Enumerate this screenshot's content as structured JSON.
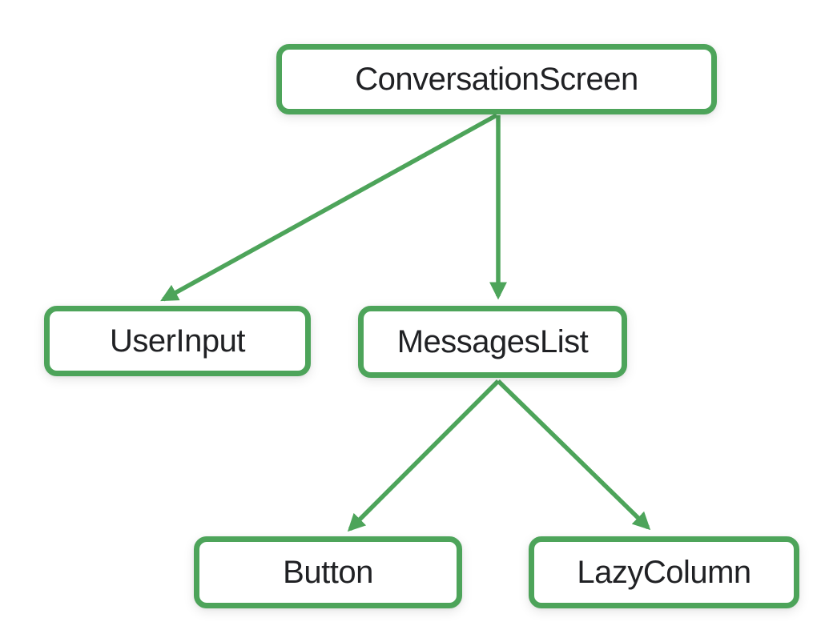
{
  "diagram": {
    "type": "tree",
    "nodes": [
      {
        "id": "conversationscreen",
        "label": "ConversationScreen"
      },
      {
        "id": "userinput",
        "label": "UserInput"
      },
      {
        "id": "messageslist",
        "label": "MessagesList"
      },
      {
        "id": "button",
        "label": "Button"
      },
      {
        "id": "lazycolumn",
        "label": "LazyColumn"
      }
    ],
    "edges": [
      {
        "from": "conversationscreen",
        "to": "userinput"
      },
      {
        "from": "conversationscreen",
        "to": "messageslist"
      },
      {
        "from": "messageslist",
        "to": "button"
      },
      {
        "from": "messageslist",
        "to": "lazycolumn"
      }
    ]
  },
  "colors": {
    "accent_green": "#4DA45A",
    "node_background": "#FFFFFF",
    "text": "#202124",
    "canvas_background": "#FFFFFF"
  }
}
